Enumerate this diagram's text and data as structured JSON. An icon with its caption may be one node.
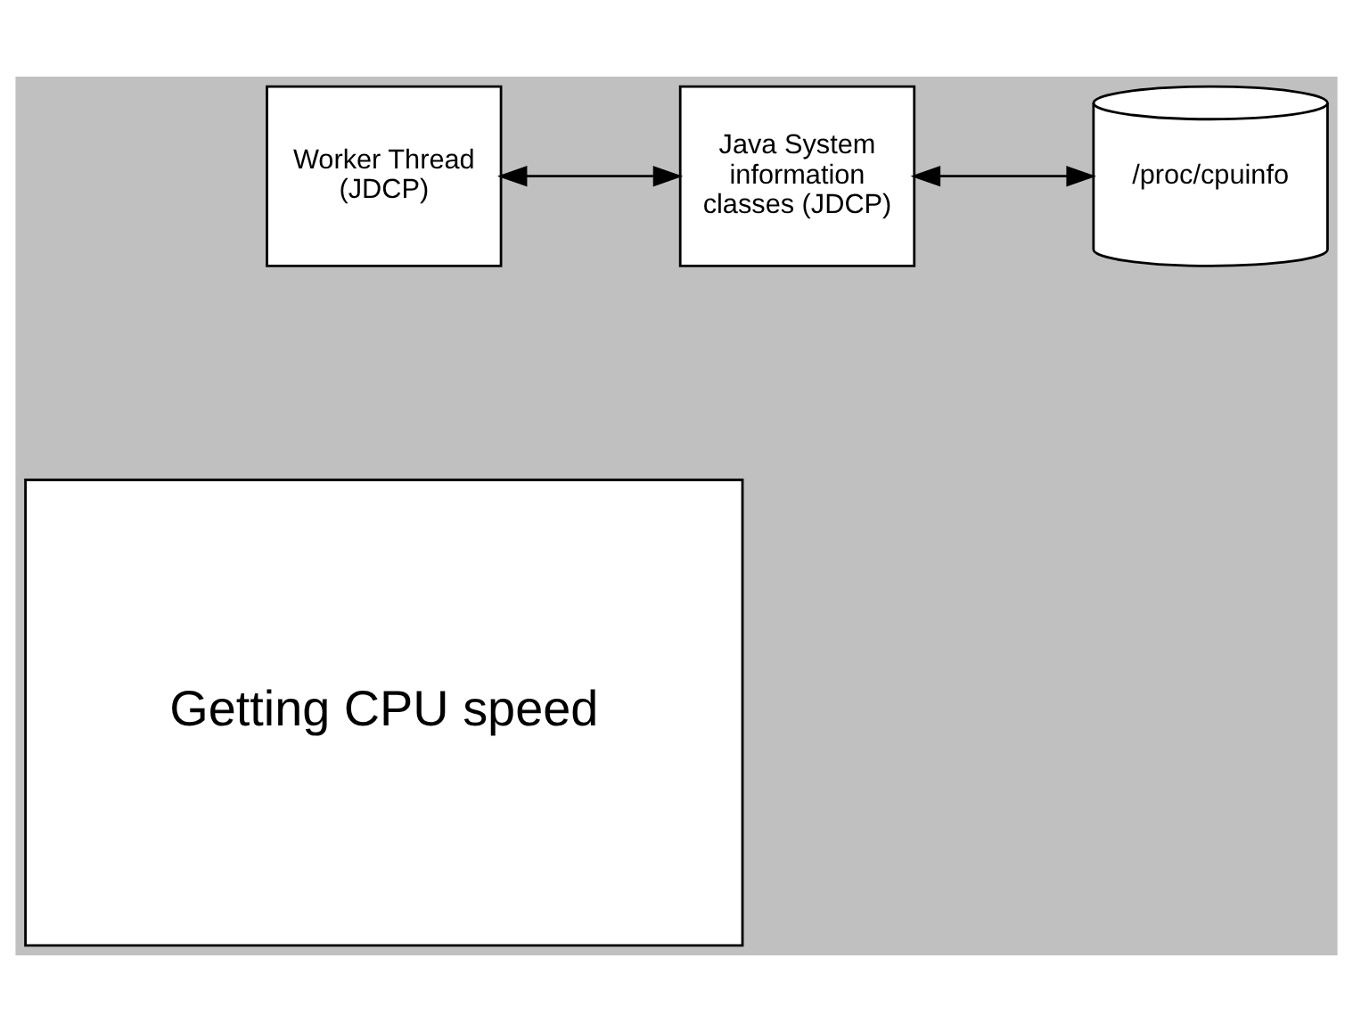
{
  "diagram": {
    "nodes": [
      {
        "text": [
          "Worker Thread (JDCP)"
        ]
      },
      {
        "text": [
          "Java System information classes (JDCP)"
        ]
      },
      {
        "text": [
          "/proc/cpuinfo"
        ]
      },
      {
        "text": [
          "Getting CPU speed"
        ]
      }
    ],
    "edges": [
      {
        "from": 0,
        "to": 1,
        "arrow": "both"
      },
      {
        "from": 1,
        "to": 2,
        "arrow": "both"
      }
    ]
  }
}
